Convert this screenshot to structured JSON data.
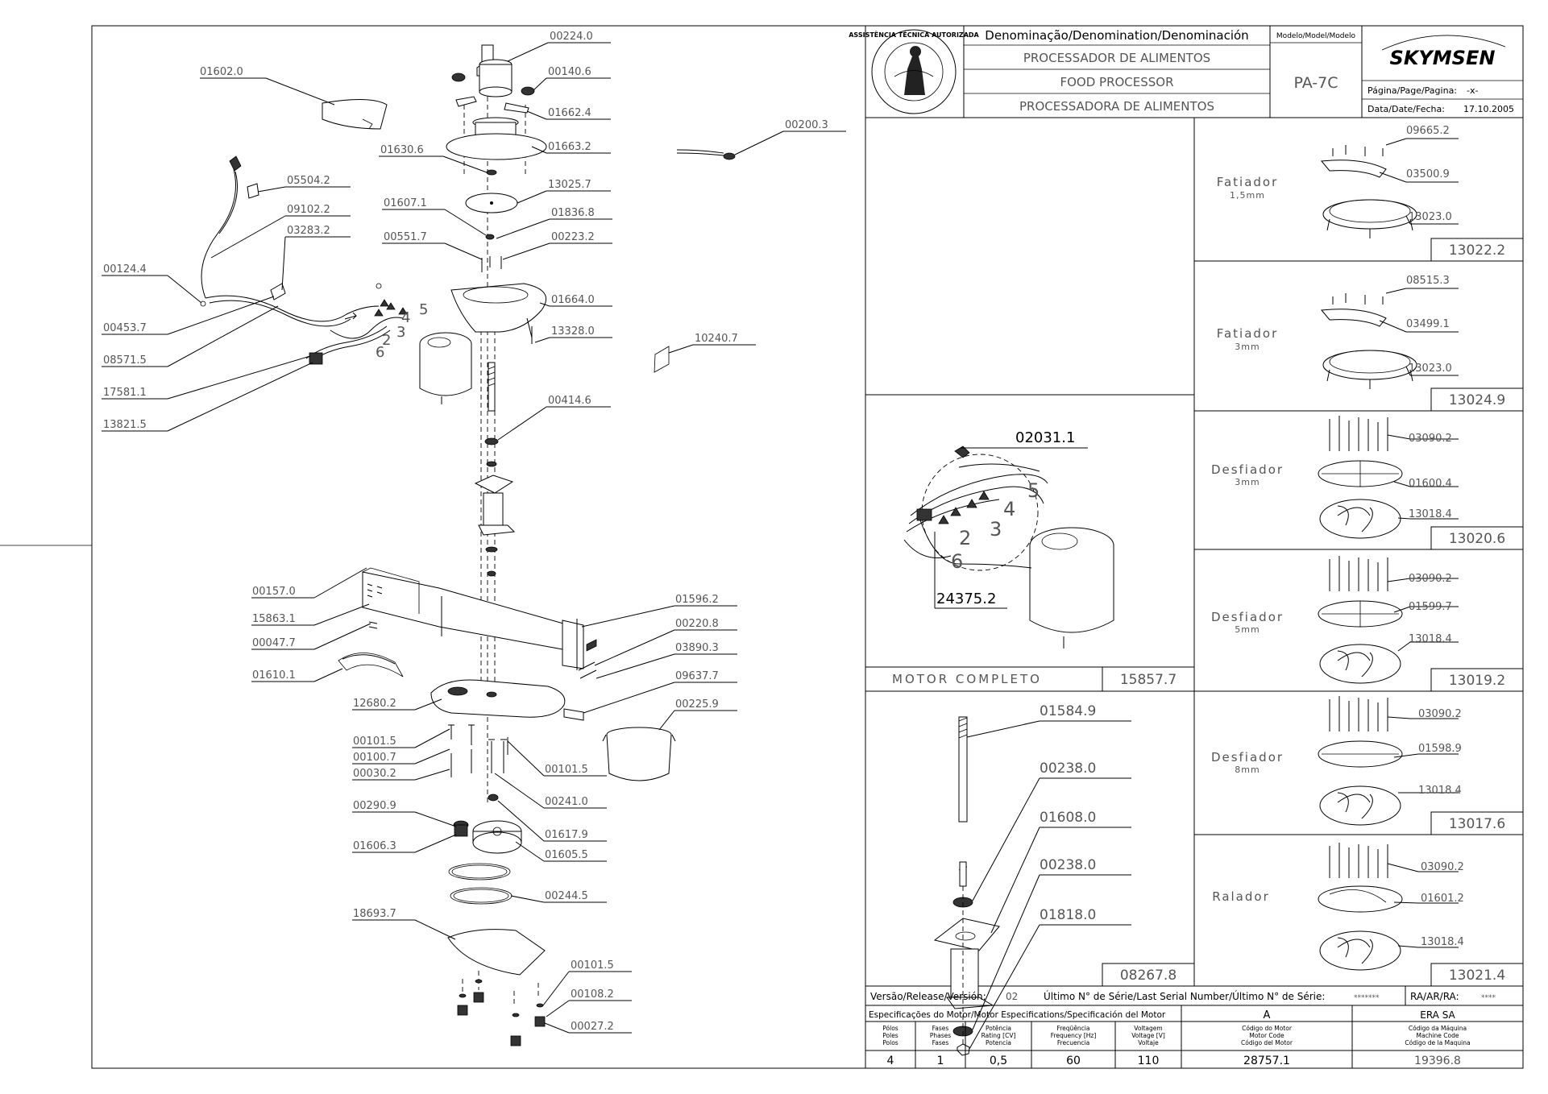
{
  "header": {
    "denomination_label": "Denominação/Denomination/Denominación",
    "names": [
      "PROCESSADOR DE ALIMENTOS",
      "FOOD PROCESSOR",
      "PROCESSADORA DE ALIMENTOS"
    ],
    "model_label": "Modelo/Model/Modelo",
    "model": "PA-7C",
    "brand": "SKYMSEN",
    "page_label": "Página/Page/Pagina:",
    "page_value": "-x-",
    "date_label": "Data/Date/Fecha:",
    "date_value": "17.10.2005",
    "seal_text": "ASSISTÊNCIA TÉCNICA AUTORIZADA"
  },
  "exploded_view": {
    "labels": [
      "00224.0",
      "00140.6",
      "01662.4",
      "01663.2",
      "01630.6",
      "13025.7",
      "01607.1",
      "01836.8",
      "00551.7",
      "00223.2",
      "01664.0",
      "13328.0",
      "00414.6",
      "01602.0",
      "05504.2",
      "09102.2",
      "03283.2",
      "00124.4",
      "00453.7",
      "08571.5",
      "17581.1",
      "13821.5",
      "00200.3",
      "10240.7",
      "00157.0",
      "15863.1",
      "00047.7",
      "01610.1",
      "01596.2",
      "00220.8",
      "03890.3",
      "09637.7",
      "12680.2",
      "00225.9",
      "00101.5",
      "00100.7",
      "00030.2",
      "00101.5",
      "00241.0",
      "00290.9",
      "01617.9",
      "01606.3",
      "01605.5",
      "00244.5",
      "18693.7",
      "00101.5",
      "00108.2",
      "00027.2"
    ],
    "wire_numbers": [
      "5",
      "4",
      "3",
      "2",
      "6"
    ]
  },
  "motor_panel": {
    "label_top": "02031.1",
    "label_bottom": "24375.2",
    "wire_numbers": [
      "5",
      "4",
      "3",
      "2",
      "6"
    ],
    "title": "MOTOR COMPLETO",
    "code": "15857.7"
  },
  "shaft_panel": {
    "labels": [
      "01584.9",
      "00238.0",
      "01608.0",
      "00238.0",
      "01818.0"
    ],
    "code": "08267.8"
  },
  "discs": [
    {
      "name": "Fatiador",
      "size": "1,5mm",
      "parts": [
        "09665.2",
        "03500.9",
        "13023.0"
      ],
      "code": "13022.2"
    },
    {
      "name": "Fatiador",
      "size": "3mm",
      "parts": [
        "08515.3",
        "03499.1",
        "13023.0"
      ],
      "code": "13024.9"
    },
    {
      "name": "Desfiador",
      "size": "3mm",
      "parts": [
        "03090.2",
        "01600.4",
        "13018.4"
      ],
      "code": "13020.6"
    },
    {
      "name": "Desfiador",
      "size": "5mm",
      "parts": [
        "03090.2",
        "01599.7",
        "13018.4"
      ],
      "code": "13019.2"
    },
    {
      "name": "Desfiador",
      "size": "8mm",
      "parts": [
        "03090.2",
        "01598.9",
        "13018.4"
      ],
      "code": "13017.6"
    },
    {
      "name": "Ralador",
      "size": "",
      "parts": [
        "03090.2",
        "01601.2",
        "13018.4"
      ],
      "code": "13021.4"
    }
  ],
  "footer": {
    "version_label": "Versão/Release/Versión:",
    "version_value": "02",
    "serial_label": "Último N° de Série/Last Serial Number/Último N° de Série:",
    "serial_value": "*******",
    "ra_label": "RA/AR/RA:",
    "ra_value": "****",
    "motor_spec_label": "Especificações do Motor/Motor Especifications/Specificación del Motor",
    "motor_supplier_code": "A",
    "motor_supplier_name": "ERA SA",
    "columns": [
      {
        "header": [
          "Pólos",
          "Poles",
          "Polos"
        ],
        "value": "4"
      },
      {
        "header": [
          "Fases",
          "Phases",
          "Fases"
        ],
        "value": "1"
      },
      {
        "header": [
          "Potência",
          "Rating [CV]",
          "Potencia"
        ],
        "value": "0,5"
      },
      {
        "header": [
          "Freqüência",
          "Frequency [Hz]",
          "Frecuencia"
        ],
        "value": "60"
      },
      {
        "header": [
          "Voltagem",
          "Voltage [V]",
          "Voltaje"
        ],
        "value": "110"
      },
      {
        "header": [
          "Código do Motor",
          "Motor Code",
          "Código del Motor"
        ],
        "value": "28757.1"
      },
      {
        "header": [
          "Código da Máquina",
          "Machine Code",
          "Código de la Maquina"
        ],
        "value": "19396.8"
      }
    ]
  }
}
